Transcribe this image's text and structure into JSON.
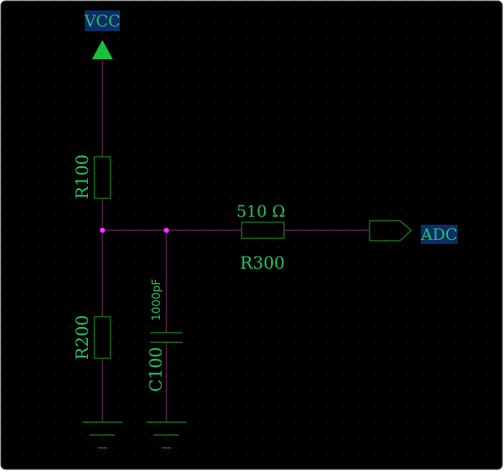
{
  "schematic": {
    "vcc_label": "VCC",
    "adc_label": "ADC",
    "r100": {
      "designator": "R100"
    },
    "r200": {
      "designator": "R200"
    },
    "r300": {
      "designator": "R300",
      "value": "510 Ω"
    },
    "c100": {
      "designator": "C100",
      "value": "1000pF"
    }
  },
  "colors": {
    "background": "#000000",
    "wire": "#8a2c7a",
    "component": "#1f8a1f",
    "label": "#22c55e",
    "label_box": "#0b2d6b",
    "junction": "#ff33ff",
    "vcc_arrow": "#16c23a",
    "grid_dot": "#333a33"
  },
  "icons": {
    "vcc": "vcc-power-arrow-icon",
    "ground": "ground-icon",
    "port": "adc-port-icon",
    "junction": "junction-dot-icon"
  }
}
